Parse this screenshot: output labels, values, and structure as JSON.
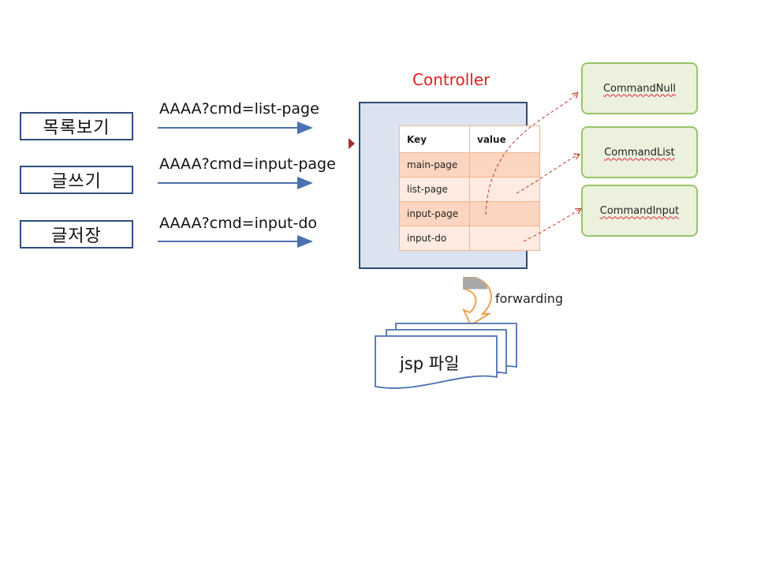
{
  "menu": [
    {
      "label": "목록보기"
    },
    {
      "label": "글쓰기"
    },
    {
      "label": "글저장"
    }
  ],
  "requests": [
    {
      "url": "AAAA?cmd=list-page"
    },
    {
      "url": "AAAA?cmd=input-page"
    },
    {
      "url": "AAAA?cmd=input-do"
    }
  ],
  "controller": {
    "title": "Controller",
    "table": {
      "headers": [
        "Key",
        "value"
      ],
      "rows": [
        {
          "key": "main-page",
          "value": ""
        },
        {
          "key": "list-page",
          "value": ""
        },
        {
          "key": "input-page",
          "value": ""
        },
        {
          "key": "input-do",
          "value": ""
        }
      ]
    }
  },
  "commands": [
    {
      "label": "CommandNull"
    },
    {
      "label": "CommandList"
    },
    {
      "label": "CommandInput"
    }
  ],
  "forwarding": {
    "label": "forwarding"
  },
  "jsp": {
    "label": "jsp 파일"
  },
  "colors": {
    "controller_title": "#e02020",
    "box_border": "#2f4f7f",
    "arrow": "#4a72b0",
    "dashed_arrow": "#c0392b",
    "command_border": "#98c468",
    "command_fill": "#ebf1dd",
    "forward_arrow": "#f0a050"
  }
}
